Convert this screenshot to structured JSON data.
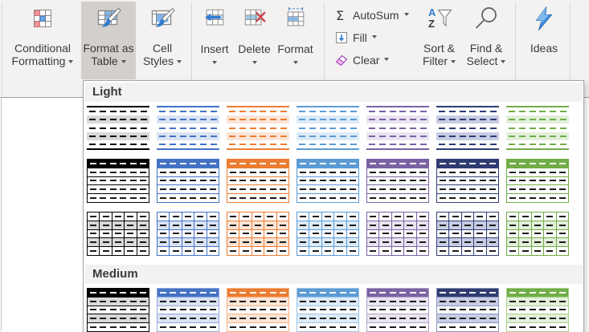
{
  "ribbon": {
    "styles_group": {
      "conditional_formatting": {
        "line1": "Conditional",
        "line2": "Formatting",
        "icon": "conditional-formatting-icon"
      },
      "format_as_table": {
        "line1": "Format as",
        "line2": "Table",
        "icon": "format-as-table-icon",
        "pressed": true
      },
      "cell_styles": {
        "line1": "Cell",
        "line2": "Styles",
        "icon": "cell-styles-icon"
      }
    },
    "cells_group": {
      "insert": {
        "label": "Insert",
        "icon": "insert-cells-icon"
      },
      "delete": {
        "label": "Delete",
        "icon": "delete-cells-icon"
      },
      "format": {
        "label": "Format",
        "icon": "format-cells-icon"
      }
    },
    "editing_group": {
      "autosum": {
        "label": "AutoSum",
        "icon": "autosum-sigma-icon"
      },
      "fill": {
        "label": "Fill",
        "icon": "fill-down-icon"
      },
      "clear": {
        "label": "Clear",
        "icon": "clear-eraser-icon"
      },
      "sort_filter": {
        "line1": "Sort &",
        "line2": "Filter",
        "icon": "sort-filter-icon"
      },
      "find_select": {
        "line1": "Find &",
        "line2": "Select",
        "icon": "find-select-icon"
      }
    },
    "ideas_group": {
      "ideas": {
        "label": "Ideas",
        "icon": "ideas-lightning-icon"
      }
    }
  },
  "dropdown": {
    "sections": [
      {
        "label": "Light",
        "rows": [
          {
            "variant": "banded-lines"
          },
          {
            "variant": "header-outline"
          },
          {
            "variant": "grid"
          }
        ]
      },
      {
        "label": "Medium",
        "rows": [
          {
            "variant": "header-banded"
          }
        ]
      }
    ]
  },
  "table_style_palette": [
    {
      "name": "black",
      "accent": "#000000",
      "band": "#d9d9d9",
      "soft": "#000000"
    },
    {
      "name": "blue",
      "accent": "#4472c4",
      "band": "#dae3f3",
      "soft": "#8eaadb"
    },
    {
      "name": "orange",
      "accent": "#ed7d31",
      "band": "#fce4d6",
      "soft": "#f4b183"
    },
    {
      "name": "light-blue",
      "accent": "#5b9bd5",
      "band": "#ddebf7",
      "soft": "#9dc3e6"
    },
    {
      "name": "purple",
      "accent": "#7b62a3",
      "band": "#e9e4f1",
      "soft": "#b2a2c7"
    },
    {
      "name": "navy",
      "accent": "#2f3c72",
      "band": "#c8cde4",
      "soft": "#8a93be"
    },
    {
      "name": "green",
      "accent": "#70ad47",
      "band": "#e2efda",
      "soft": "#a9d08e"
    }
  ]
}
